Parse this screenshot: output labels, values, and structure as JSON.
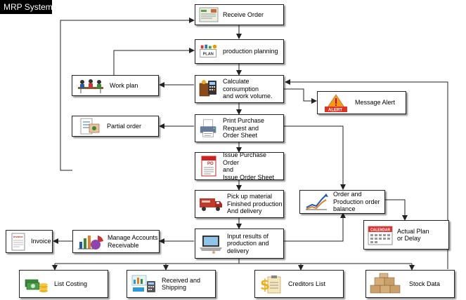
{
  "title": "MRP System",
  "nodes": {
    "receive_order": "Receive Order",
    "production_planning": "production planning",
    "work_plan": "Work plan",
    "calculate_consumption": "Calculate consumption\nand work volume.",
    "message_alert": "Message Alert",
    "partial_order": "Partial order",
    "print_purchase": "Print Purchase\nRequest and\nOrder Sheet",
    "issue_purchase": "Issue Purchase Order\nand\nIssue Order Sheet",
    "pick_up": "Pick up material\nFinished production\nAnd delivery",
    "order_balance": "Order and\nProduction order\nbalance",
    "actual_plan": "Actual Plan\nor Delay",
    "input_results": "Input results  of\nproduction and\ndelivery",
    "manage_accounts": "Manage Accounts\nReceivable",
    "invoice": "Invoice",
    "list_costing": "List  Costing",
    "received_shipping": "Received and\nShipping",
    "creditors_list": "Creditors List",
    "stock_data": "Stock Data"
  },
  "icon_text": {
    "plan": "PLAN",
    "alert": "ALERT",
    "po": "PO",
    "calendar": "CALENDAR",
    "invoice": "Invoice"
  },
  "icons": {
    "receive_order": "order-form-icon",
    "production_planning": "plan-chart-icon",
    "work_plan": "team-meeting-icon",
    "calculate_consumption": "calculator-box-icon",
    "message_alert": "alert-sign-icon",
    "partial_order": "order-list-icon",
    "print_purchase": "printer-documents-icon",
    "issue_purchase": "purchase-order-icon",
    "pick_up": "delivery-truck-icon",
    "order_balance": "growth-chart-icon",
    "actual_plan": "calendar-icon",
    "input_results": "laptop-icon",
    "manage_accounts": "accounting-chart-icon",
    "invoice": "invoice-document-icon",
    "list_costing": "money-stack-icon",
    "received_shipping": "shipping-calculator-icon",
    "creditors_list": "dollar-clipboard-icon",
    "stock_data": "stock-boxes-icon"
  },
  "colors": {
    "line": "#222222",
    "title_bg": "#000000",
    "title_text": "#ffffff"
  }
}
